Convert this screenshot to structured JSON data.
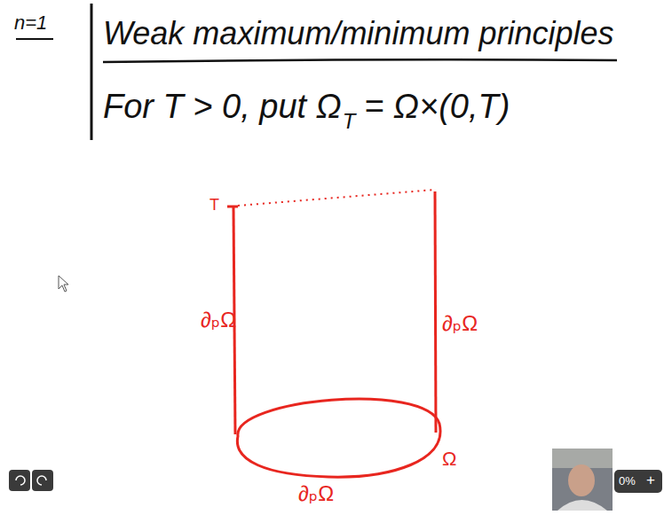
{
  "diagram": {
    "title": "Weak maximum/minimum principles",
    "labels": [
      "n=1",
      "For T > 0, put Ω",
      "T",
      "= Ω×(0,T)",
      "T",
      "∂ₚΩ",
      "∂ₚΩ",
      "∂ₚΩ",
      "Ω",
      "0%",
      "+"
    ]
  }
}
